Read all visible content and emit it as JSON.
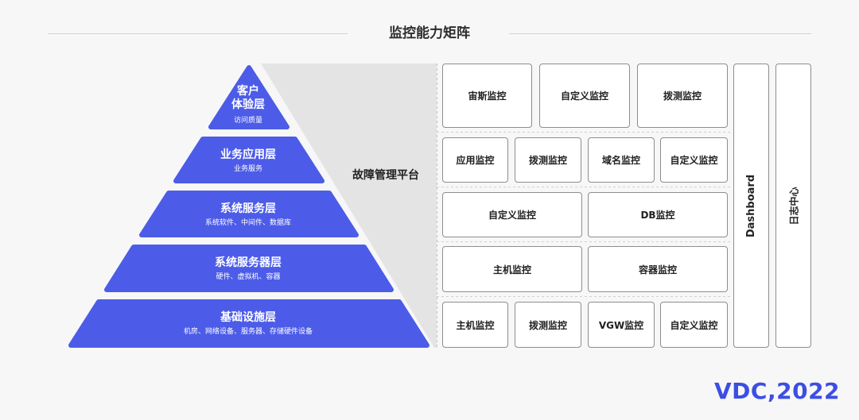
{
  "title": "监控能力矩阵",
  "pyramid": {
    "layers": [
      {
        "title_lines": [
          "客户",
          "体验层"
        ],
        "subtitle": "访问质量"
      },
      {
        "title": "业务应用层",
        "subtitle": "业务服务"
      },
      {
        "title": "系统服务层",
        "subtitle": "系统软件、中间件、数据库"
      },
      {
        "title": "系统服务器层",
        "subtitle": "硬件、虚拟机、容器"
      },
      {
        "title": "基础设施层",
        "subtitle": "机房、网络设备、服务器、存储硬件设备"
      }
    ]
  },
  "platform": {
    "label": "故障管理平台"
  },
  "matrix": {
    "rows": [
      [
        "宙斯监控",
        "自定义监控",
        "拨测监控"
      ],
      [
        "应用监控",
        "拨测监控",
        "域名监控",
        "自定义监控"
      ],
      [
        "自定义监控",
        "DB监控"
      ],
      [
        "主机监控",
        "容器监控"
      ],
      [
        "主机监控",
        "拨测监控",
        "VGW监控",
        "自定义监控"
      ]
    ]
  },
  "side_panels": {
    "dashboard": "Dashboard",
    "log_center": "日志中心"
  },
  "logo": {
    "text": "VDC,2022"
  },
  "colors": {
    "pyramid": "#4c5ce8",
    "platform_bg": "#e4e4e4",
    "logo": "#3c4ee3"
  }
}
